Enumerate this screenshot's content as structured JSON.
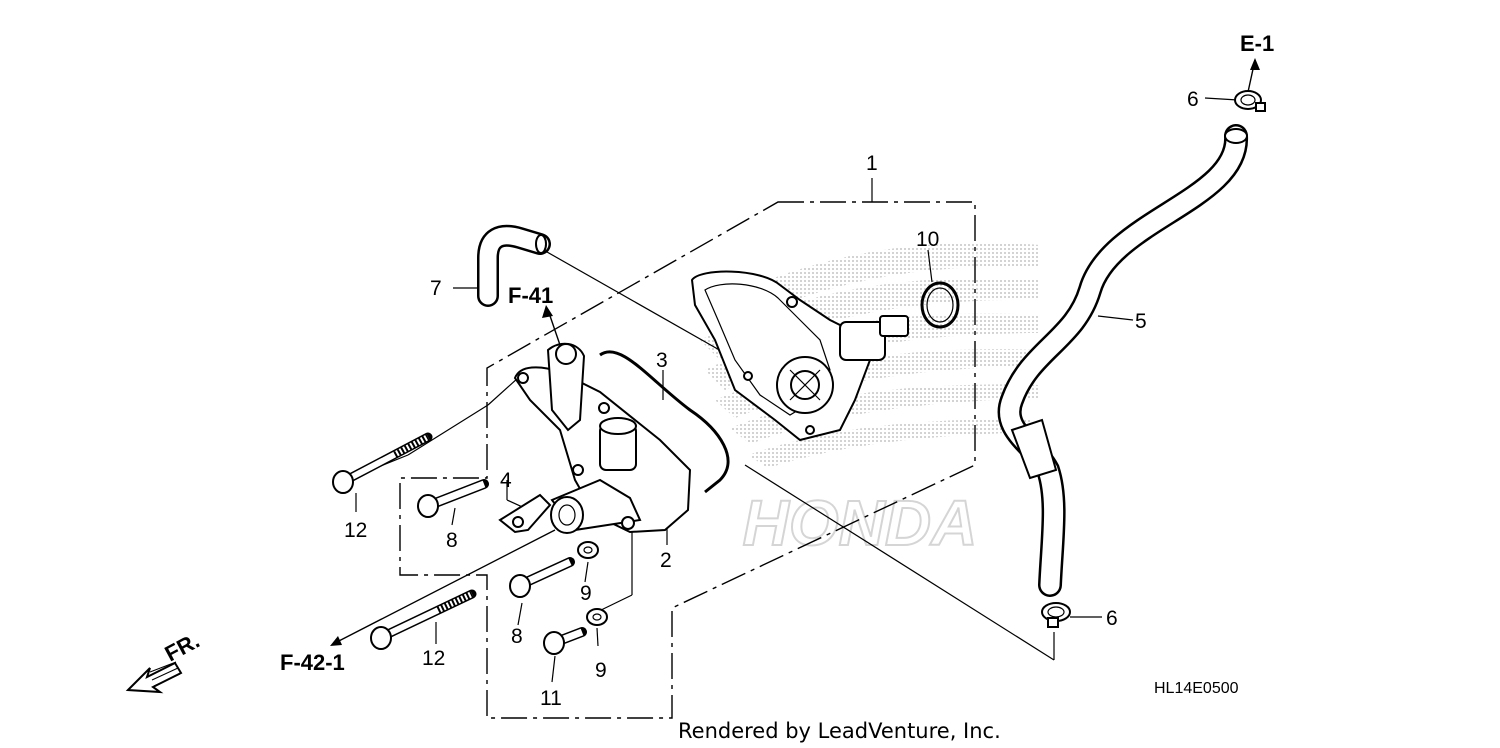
{
  "parts": {
    "p1": "1",
    "p2": "2",
    "p3": "3",
    "p4": "4",
    "p5": "5",
    "p6_top": "6",
    "p6_bottom": "6",
    "p7": "7",
    "p8_top": "8",
    "p8_bottom": "8",
    "p9_top": "9",
    "p9_bottom": "9",
    "p10": "10",
    "p11": "11",
    "p12_top": "12",
    "p12_bottom": "12"
  },
  "references": {
    "e1": "E-1",
    "f41": "F-41",
    "f421": "F-42-1",
    "front": "FR."
  },
  "diagram_code": "HL14E0500",
  "credit": "Rendered by LeadVenture, Inc.",
  "watermark": "HONDA",
  "colors": {
    "ink": "#000000",
    "watermark": "#c8c8c8",
    "background": "#ffffff"
  }
}
